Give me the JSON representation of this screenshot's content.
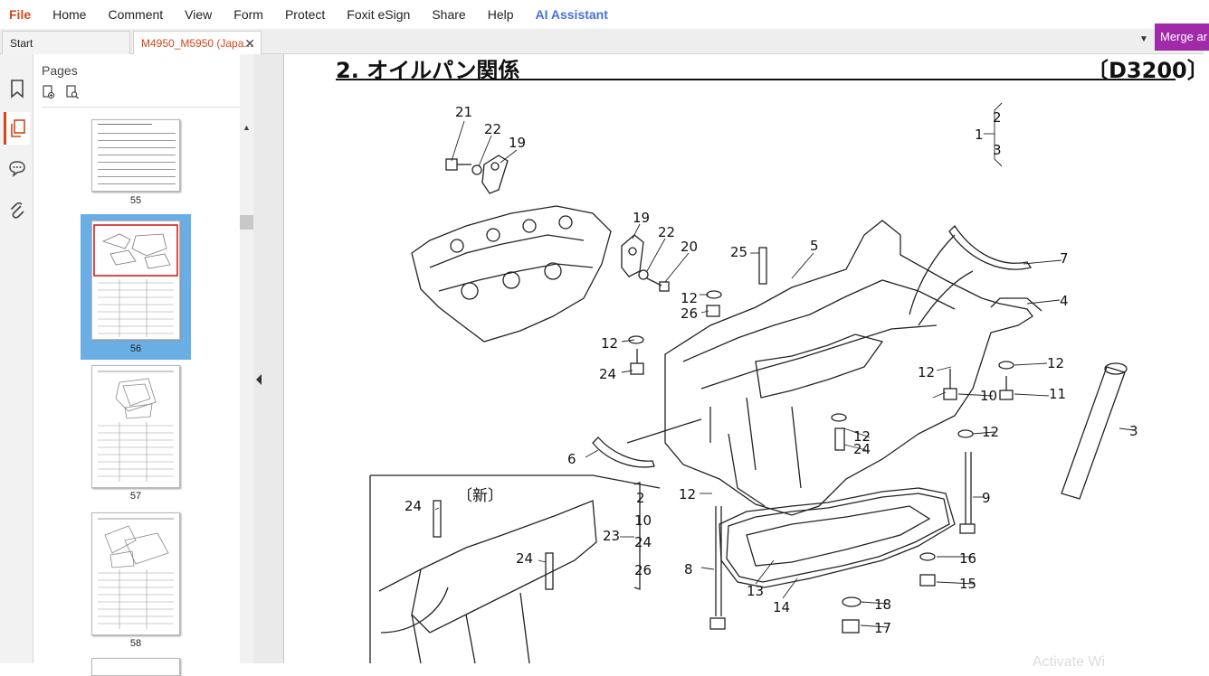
{
  "menu": {
    "items": [
      "File",
      "Home",
      "Comment",
      "View",
      "Form",
      "Protect",
      "Foxit eSign",
      "Share",
      "Help",
      "AI Assistant"
    ]
  },
  "tabs": {
    "start_label": "Start",
    "doc_label": "M4950_M5950 (Japa...",
    "close_glyph": "✕",
    "dropdown_glyph": "▼",
    "merge_label": "Merge ar"
  },
  "pages_panel": {
    "title": "Pages",
    "thumbnails": [
      {
        "label": "55"
      },
      {
        "label": "56",
        "selected": true
      },
      {
        "label": "57"
      },
      {
        "label": "58"
      }
    ]
  },
  "document": {
    "title": "2. オイルパン関係",
    "code": "〔D3200〕",
    "new_label": "〔新〕",
    "callouts": {
      "c21": "21",
      "c22a": "22",
      "c19a": "19",
      "c19b": "19",
      "c22b": "22",
      "c20": "20",
      "c25": "25",
      "c5": "5",
      "c7": "7",
      "c4": "4",
      "c12a": "12",
      "c26": "26",
      "c12b": "12",
      "c24a": "24",
      "c12c": "12",
      "c12d": "12",
      "c11": "11",
      "c10": "10",
      "c12e": "12",
      "c24b": "24",
      "c12f": "12",
      "c3": "3",
      "c6": "6",
      "c12g": "12",
      "c9": "9",
      "c24c": "24",
      "c24d": "24",
      "c23": "23",
      "c8": "8",
      "c13": "13",
      "c14": "14",
      "c16": "16",
      "c15": "15",
      "c18": "18",
      "c17": "17",
      "k1": "1",
      "k2": "2",
      "k3": "3",
      "g2": "2",
      "g10": "10",
      "g24": "24",
      "g26": "26"
    },
    "watermark": "Activate Wi"
  },
  "colors": {
    "accent": "#d2461a",
    "ai": "#4a6fd8",
    "merge": "#a02aa8",
    "selection": "#6aaee6"
  }
}
